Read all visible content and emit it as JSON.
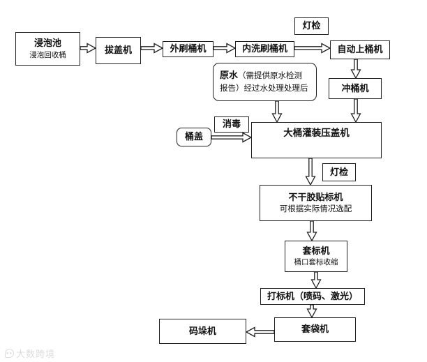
{
  "nodes": {
    "soak_pool": {
      "title": "浸泡池",
      "subtitle": "浸泡回收桶"
    },
    "cap_puller": {
      "title": "拔盖机"
    },
    "outer_brush": {
      "title": "外刷桶机"
    },
    "inner_wash": {
      "title": "内洗刷桶机"
    },
    "light_check_top": {
      "title": "灯检"
    },
    "auto_loader": {
      "title": "自动上桶机"
    },
    "rinser": {
      "title": "冲桶机"
    },
    "raw_water": {
      "lead": "原水",
      "rest": "（需提供原水检测报告）经过水处理处理后"
    },
    "cap": {
      "title": "桶盖"
    },
    "disinfect": {
      "title": "消毒"
    },
    "filler_capper": {
      "title": "大桶灌装压盖机"
    },
    "light_check_bottom": {
      "title": "灯检"
    },
    "sticker_labeler": {
      "title": "不干胶贴标机",
      "subtitle": "可根据实际情况选配"
    },
    "sleeve_labeler": {
      "title": "套标机",
      "subtitle": "桶口套标收缩"
    },
    "coder": {
      "title": "打标机（喷码、激光）"
    },
    "bagger": {
      "title": "套袋机"
    },
    "palletizer": {
      "title": "码垛机"
    }
  },
  "watermark": {
    "text": "大数跨境"
  },
  "colors": {
    "background": "#ffffff",
    "box_border": "#1f1f1f",
    "arrow_outline": "#1f1f1f",
    "arrow_fill": "#ffffff",
    "watermark": "#dcdcdc"
  }
}
